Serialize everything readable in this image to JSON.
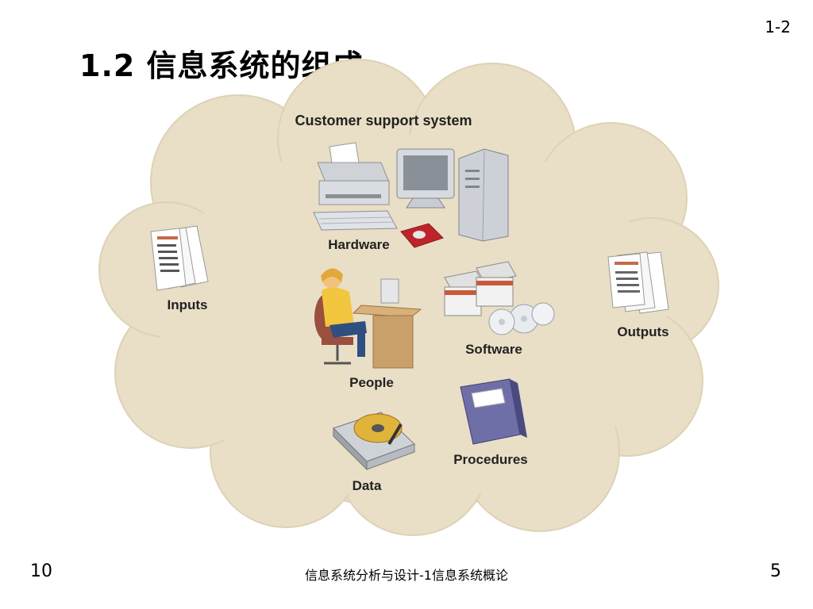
{
  "slide": {
    "ref": "1-2",
    "title": "1.2 信息系统的组成"
  },
  "diagram": {
    "heading": "Customer support system",
    "components": {
      "hardware": "Hardware",
      "inputs": "Inputs",
      "people": "People",
      "software": "Software",
      "outputs": "Outputs",
      "data": "Data",
      "procedures": "Procedures"
    },
    "colors": {
      "cloud": "#e9dfc6",
      "cloud_edge": "#d8ccae",
      "mouse": "#c0242b",
      "shirt": "#f3c640",
      "binder": "#6f6fa8"
    }
  },
  "footer": {
    "left": "10",
    "center": "信息系统分析与设计-1信息系统概论",
    "right": "5"
  }
}
